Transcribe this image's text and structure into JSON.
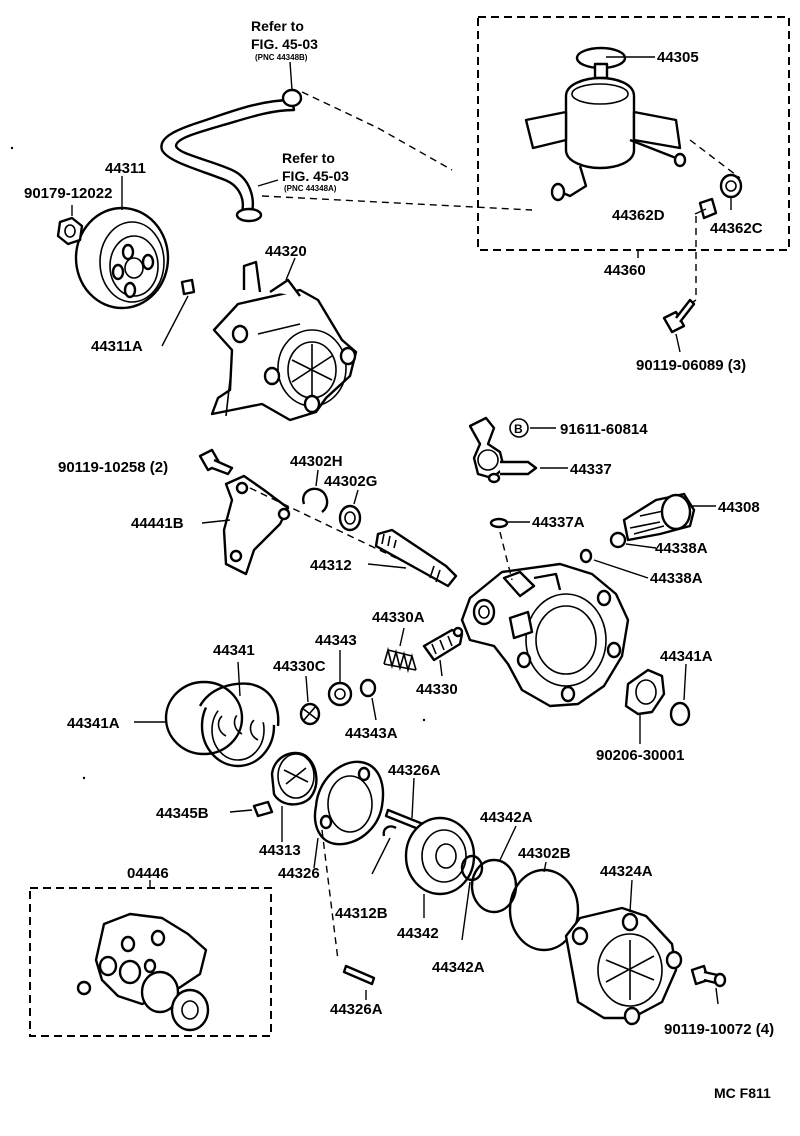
{
  "refs": {
    "top": {
      "line1": "Refer to",
      "line2": "FIG. 45-03",
      "pnc": "(PNC 44348B)"
    },
    "mid": {
      "line1": "Refer to",
      "line2": "FIG. 45-03",
      "pnc": "(PNC 44348A)"
    }
  },
  "labels": {
    "l44305": "44305",
    "l44362D": "44362D",
    "l44362C": "44362C",
    "l44360": "44360",
    "l90119_06089": "90119-06089 (3)",
    "l44311": "44311",
    "l90179_12022": "90179-12022",
    "l44320": "44320",
    "l44311A": "44311A",
    "l91611_60814": "91611-60814",
    "l44337": "44337",
    "lB": "B",
    "l44302H": "44302H",
    "l90119_10258": "90119-10258 (2)",
    "l44302G": "44302G",
    "l44308": "44308",
    "l44441B": "44441B",
    "l44337A": "44337A",
    "l44338A_1": "44338A",
    "l44312": "44312",
    "l44338A_2": "44338A",
    "l44330A": "44330A",
    "l44341": "44341",
    "l44343": "44343",
    "l44330C": "44330C",
    "l44341A_r": "44341A",
    "l44330": "44330",
    "l44341A_l": "44341A",
    "l44343A": "44343A",
    "l90206_30001": "90206-30001",
    "l44326A_t": "44326A",
    "l44345B": "44345B",
    "l44342A_t": "44342A",
    "l44302B": "44302B",
    "l44313": "44313",
    "l44326": "44326",
    "l44324A": "44324A",
    "l04446": "04446",
    "l44312B": "44312B",
    "l44342": "44342",
    "l44342A_b": "44342A",
    "l90119_10072": "90119-10072 (4)",
    "l44326A_b": "44326A",
    "code": "MC F811"
  }
}
